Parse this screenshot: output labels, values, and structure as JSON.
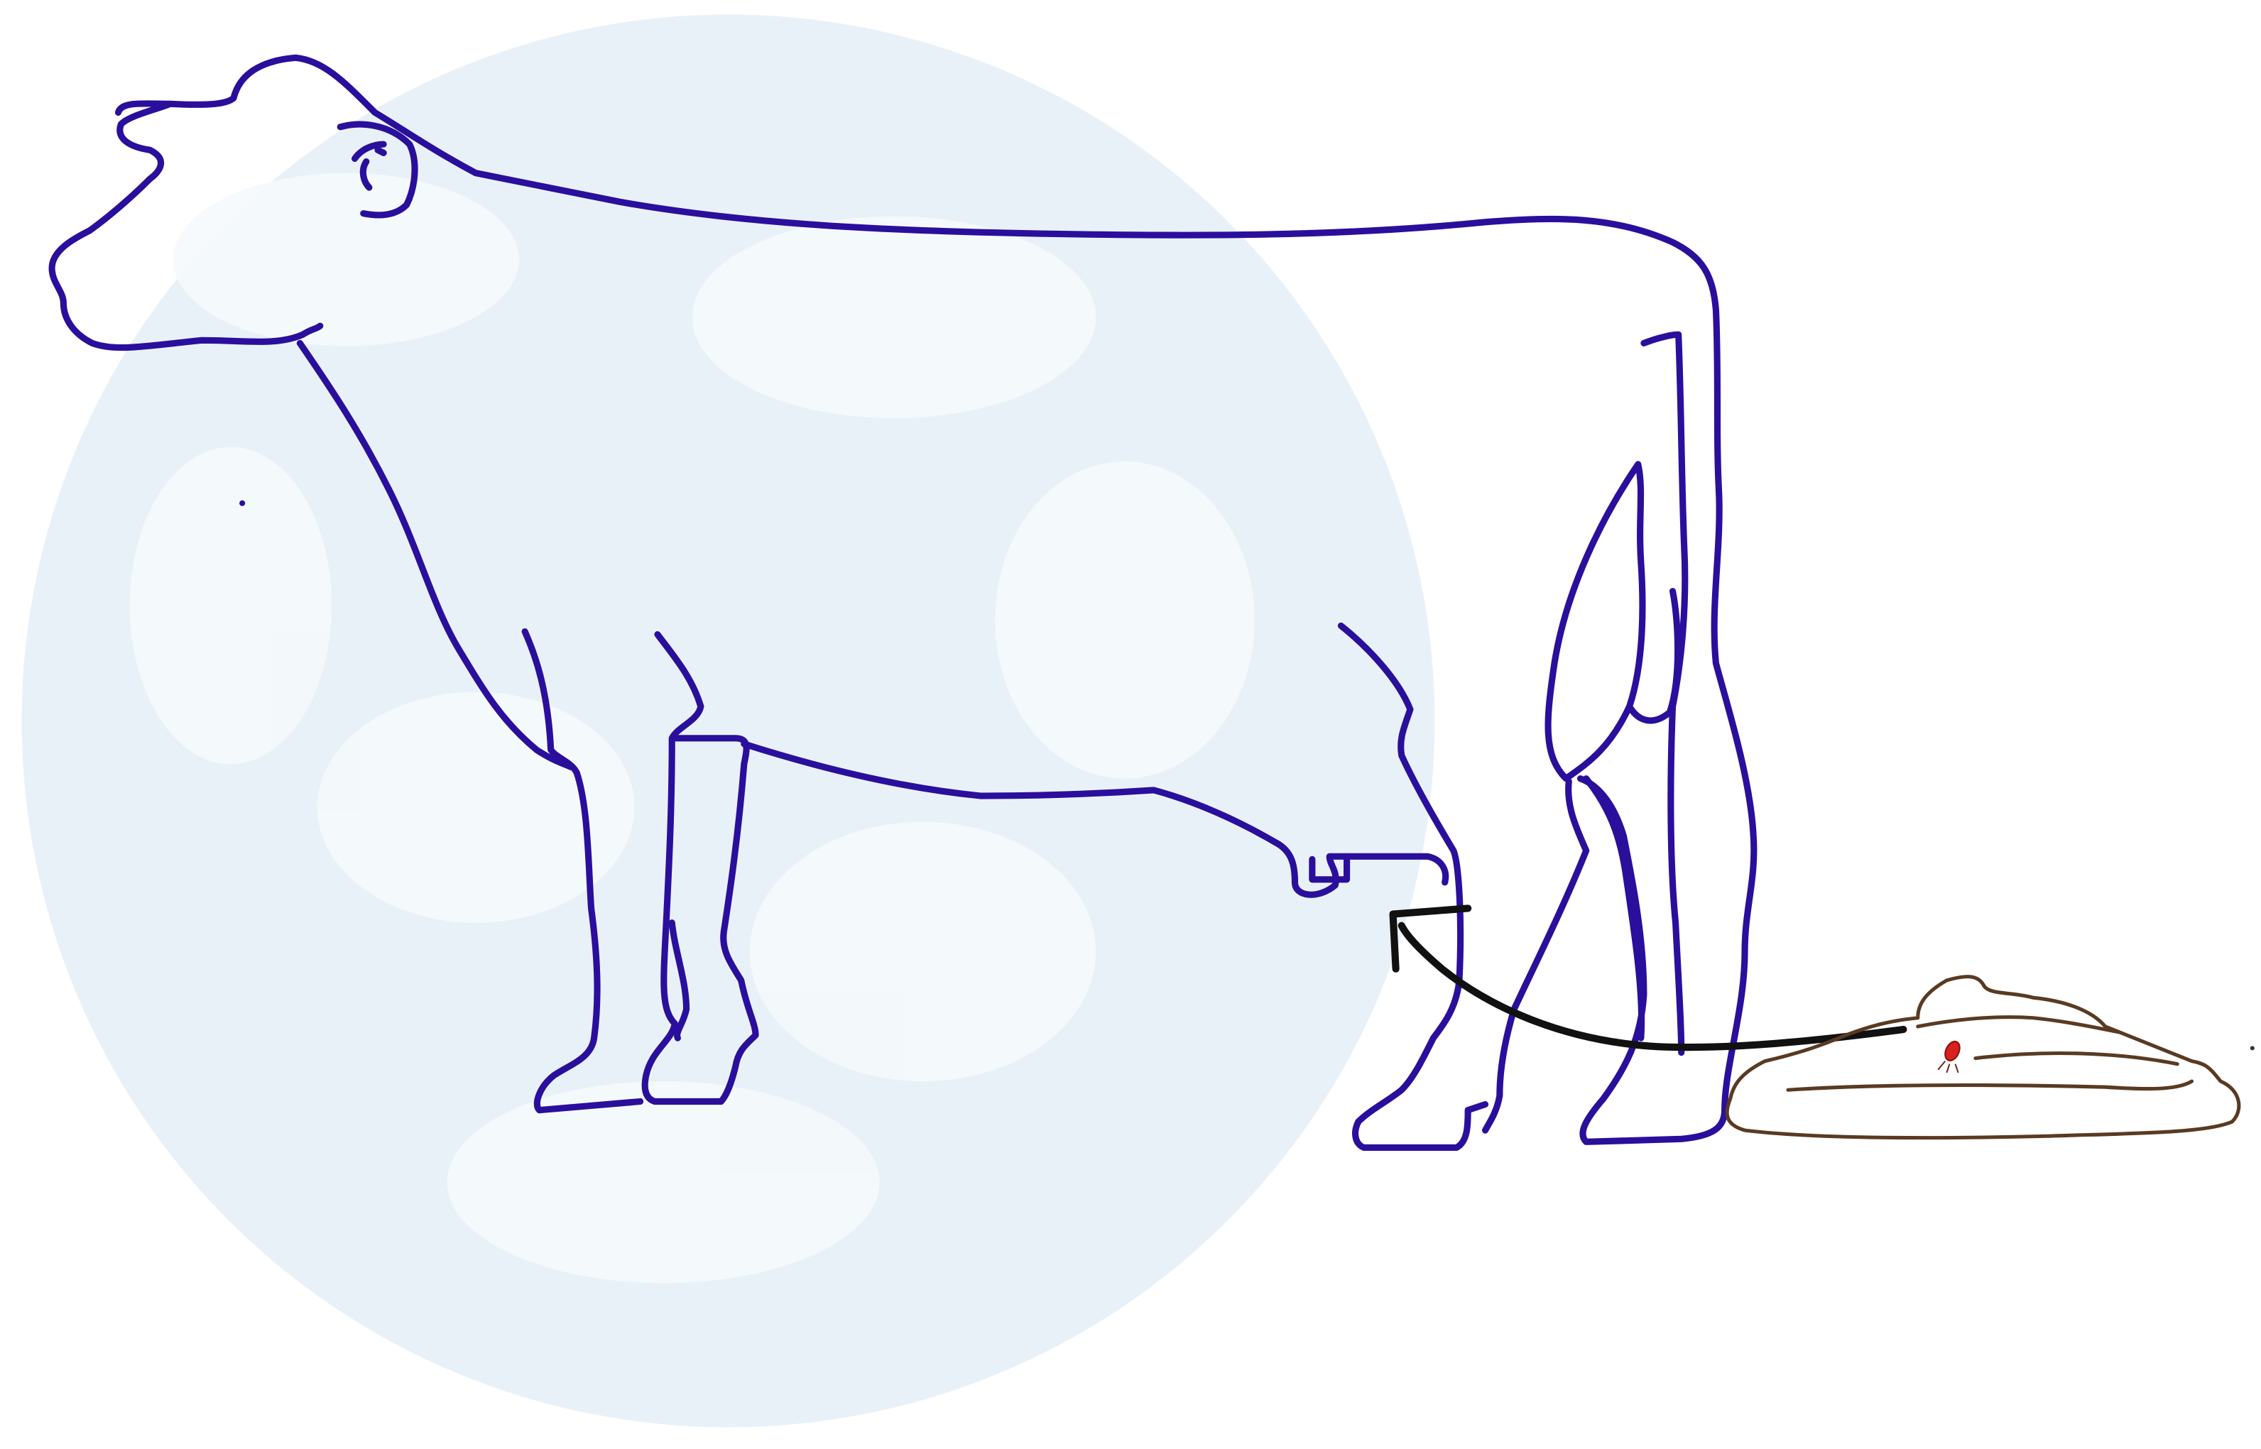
{
  "diagram": {
    "subject": "cow outline",
    "elements": [
      "watermark-circle",
      "cow-outline",
      "transfer-arrow",
      "manure-pile",
      "tick-parasite"
    ],
    "colors": {
      "background": "#ffffff",
      "watermark": "#e9f1f8",
      "watermark_shapes": "#f3f7fb",
      "cow_outline": "#2a0f9c",
      "arrow": "#111111",
      "manure": "#5a3a22",
      "tick": "#d8201c"
    }
  }
}
